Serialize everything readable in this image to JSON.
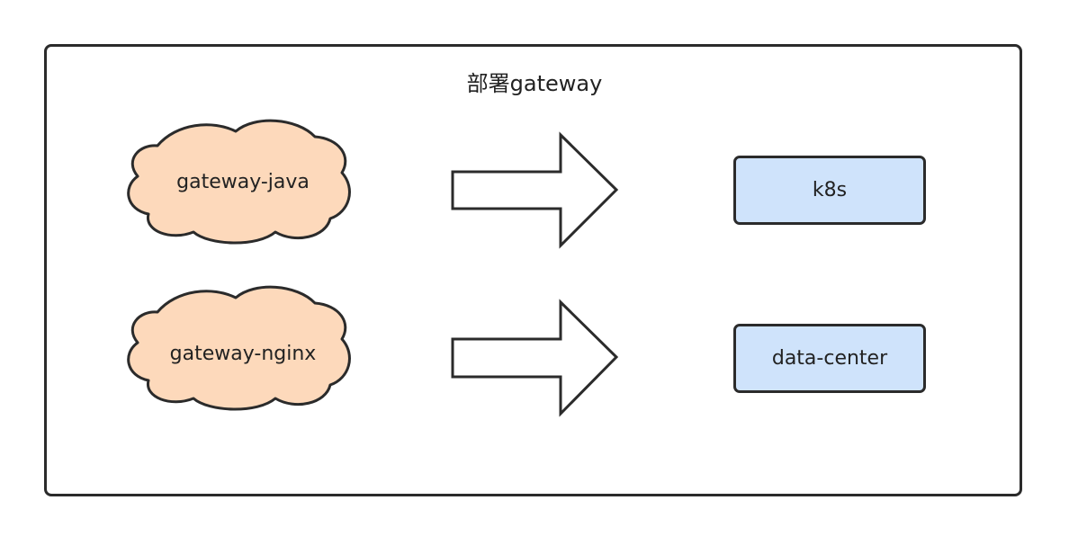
{
  "diagram": {
    "title": "部署gateway",
    "sources": [
      {
        "label": "gateway-java"
      },
      {
        "label": "gateway-nginx"
      }
    ],
    "targets": [
      {
        "label": "k8s"
      },
      {
        "label": "data-center"
      }
    ],
    "colors": {
      "cloud_fill": "#fdd9bb",
      "box_fill": "#cfe3fb",
      "stroke": "#2b2b2b"
    },
    "icons": [
      "cloud-shape",
      "arrow-right-icon"
    ]
  }
}
